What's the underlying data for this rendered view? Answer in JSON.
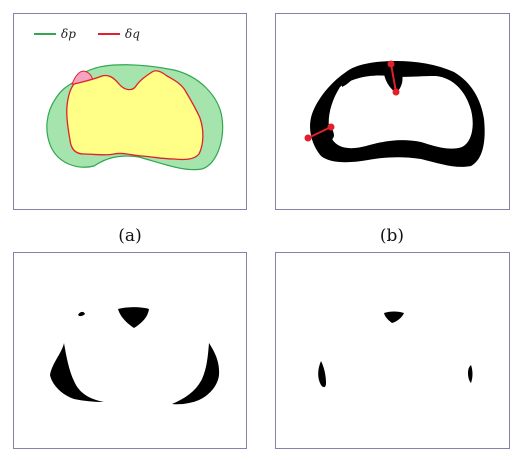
{
  "captions": {
    "a": "(a)",
    "b": "(b)"
  },
  "legend": {
    "p_label": "δp",
    "q_label": "δq",
    "p_color": "#2fa84f",
    "q_color": "#e0202a"
  },
  "colors": {
    "green_fill": "#a6e4ae",
    "yellow_fill": "#ffff88",
    "pink_fill": "#f4a3c0",
    "mask": "#000000",
    "marker": "#e0202a",
    "panel_border": "#8a7fa8"
  }
}
